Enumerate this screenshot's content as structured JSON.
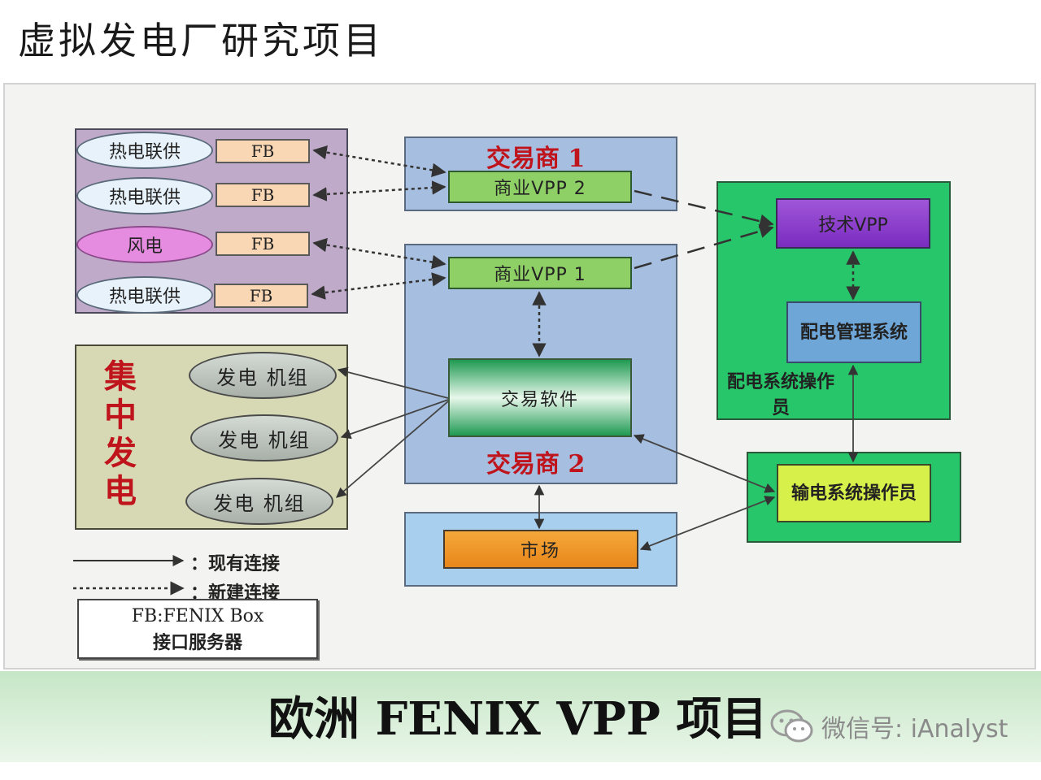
{
  "slide": {
    "title": "虚拟发电厂研究项目"
  },
  "der_group": {
    "units": [
      {
        "name": "热电联供",
        "fb": "FB"
      },
      {
        "name": "热电联供",
        "fb": "FB"
      },
      {
        "name": "风电",
        "fb": "FB"
      },
      {
        "name": "热电联供",
        "fb": "FB"
      }
    ]
  },
  "trader1": {
    "title": "交易商 1",
    "commercial_vpp": "商业VPP 2"
  },
  "trader2": {
    "title": "交易商 2",
    "commercial_vpp": "商业VPP 1",
    "software": "交易软件"
  },
  "market": {
    "label": "市场"
  },
  "central_generation": {
    "title": "集中发电",
    "units": [
      "发电 机组",
      "发电 机组",
      "发电 机组"
    ]
  },
  "dso": {
    "technical_vpp": "技术VPP",
    "dms": "配电管理系统",
    "label": "配电系统操作员"
  },
  "tso": {
    "label": "输电系统操作员"
  },
  "legend": {
    "existing": "：现有连接",
    "new": "：新建连接",
    "fb_note_line1": "FB:FENIX Box",
    "fb_note_line2": "接口服务器"
  },
  "footer": {
    "title": "欧洲 FENIX VPP 项目",
    "watermark": "微信号: iAnalyst"
  },
  "colors": {
    "trader_title": "#c0141c",
    "der_group_bg": "#bfaac9",
    "trader_bg": "#a6bfe0",
    "commercial_vpp": "#8ed066",
    "dso_bg": "#27c66a",
    "technical_vpp": "#8b3fcf",
    "market": "#f0992a",
    "tso": "#d8f04a"
  }
}
